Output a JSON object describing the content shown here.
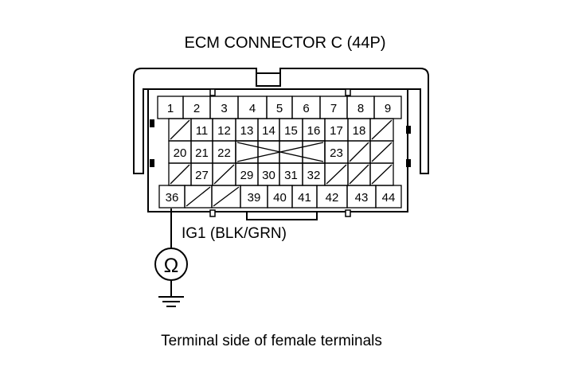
{
  "title": "ECM CONNECTOR C (44P)",
  "wire_label": "IG1 (BLK/GRN)",
  "caption": "Terminal side of female terminals",
  "meter_symbol": "Ω",
  "meter_icon": "ohmmeter-icon",
  "ground_icon": "ground-icon",
  "probe_terminal": "36",
  "rows": [
    [
      "1",
      "2",
      "3",
      "4",
      "5",
      "6",
      "7",
      "8",
      "9"
    ],
    [
      "",
      "11",
      "12",
      "13",
      "14",
      "15",
      "16",
      "17",
      "18",
      ""
    ],
    [
      "20",
      "21",
      "22",
      "",
      "",
      "",
      "",
      "23",
      "",
      ""
    ],
    [
      "",
      "27",
      "",
      "29",
      "30",
      "31",
      "32",
      "",
      "",
      ""
    ],
    [
      "36",
      "",
      "",
      "39",
      "40",
      "41",
      "42",
      "43",
      "44"
    ]
  ]
}
